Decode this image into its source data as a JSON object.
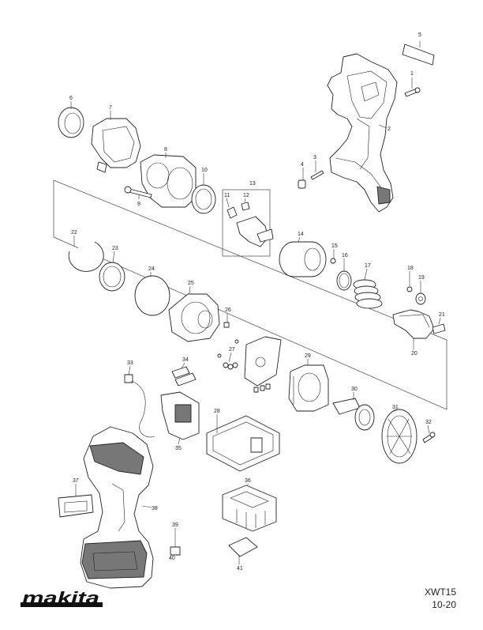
{
  "document": {
    "model_code": "XWT15",
    "revision": "10-20",
    "brand_logo_text": "makita"
  },
  "part_numbers": [
    "1",
    "2",
    "3",
    "4",
    "5",
    "6",
    "7",
    "8",
    "9",
    "10",
    "11",
    "12",
    "13",
    "14",
    "15",
    "16",
    "17",
    "18",
    "19",
    "20",
    "21",
    "22",
    "23",
    "24",
    "25",
    "26",
    "27",
    "28",
    "29",
    "30",
    "31",
    "32",
    "33",
    "34",
    "35",
    "36",
    "37",
    "38",
    "39",
    "40",
    "41"
  ],
  "colors": {
    "line": "#222222",
    "background": "#ffffff",
    "shade": "#777777"
  }
}
